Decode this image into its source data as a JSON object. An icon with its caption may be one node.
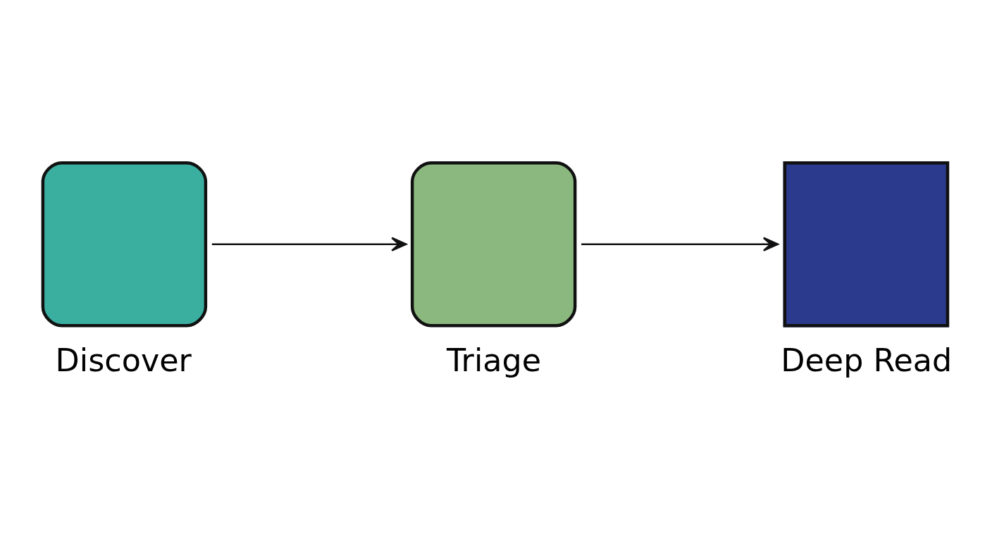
{
  "diagram": {
    "nodes": [
      {
        "text": [
          "Discover"
        ]
      },
      {
        "text": [
          "Triage"
        ]
      },
      {
        "text": [
          "Deep Read"
        ]
      }
    ],
    "edges": [
      {
        "from": 0,
        "to": 1,
        "arrow": "to"
      },
      {
        "from": 1,
        "to": 2,
        "arrow": "to"
      }
    ]
  }
}
